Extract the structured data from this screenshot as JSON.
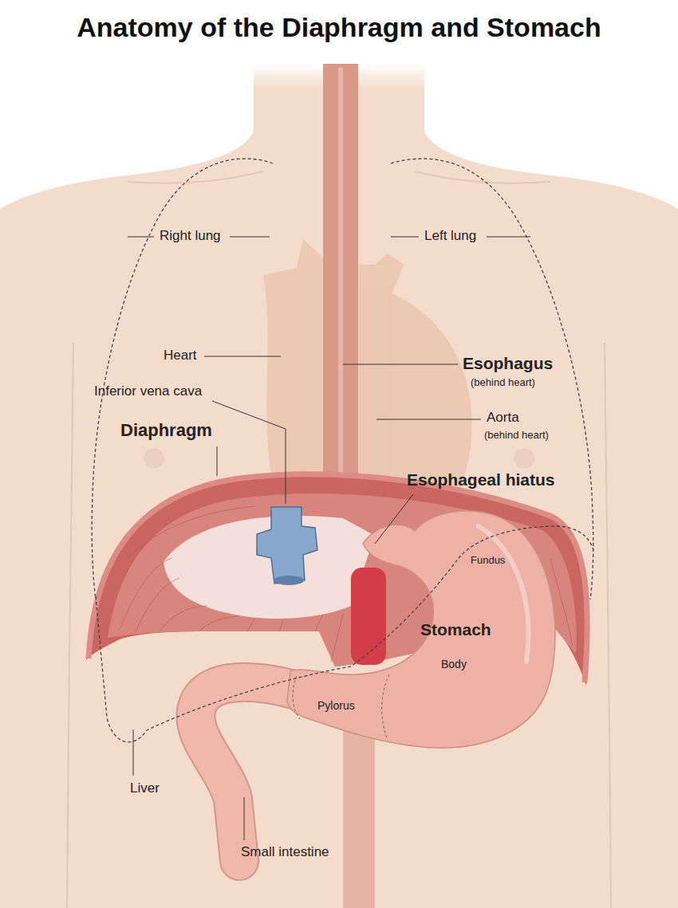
{
  "diagram": {
    "title": "Anatomy of the Diaphragm and Stomach",
    "labels": [
      "Right lung",
      "Left lung",
      "Heart",
      "Esophagus",
      "(behind heart)",
      "Inferior vena cava",
      "Aorta",
      "(behind heart)",
      "Diaphragm",
      "Esophageal hiatus",
      "Fundus",
      "Stomach",
      "Body",
      "Pylorus",
      "Liver",
      "Small intestine"
    ]
  }
}
